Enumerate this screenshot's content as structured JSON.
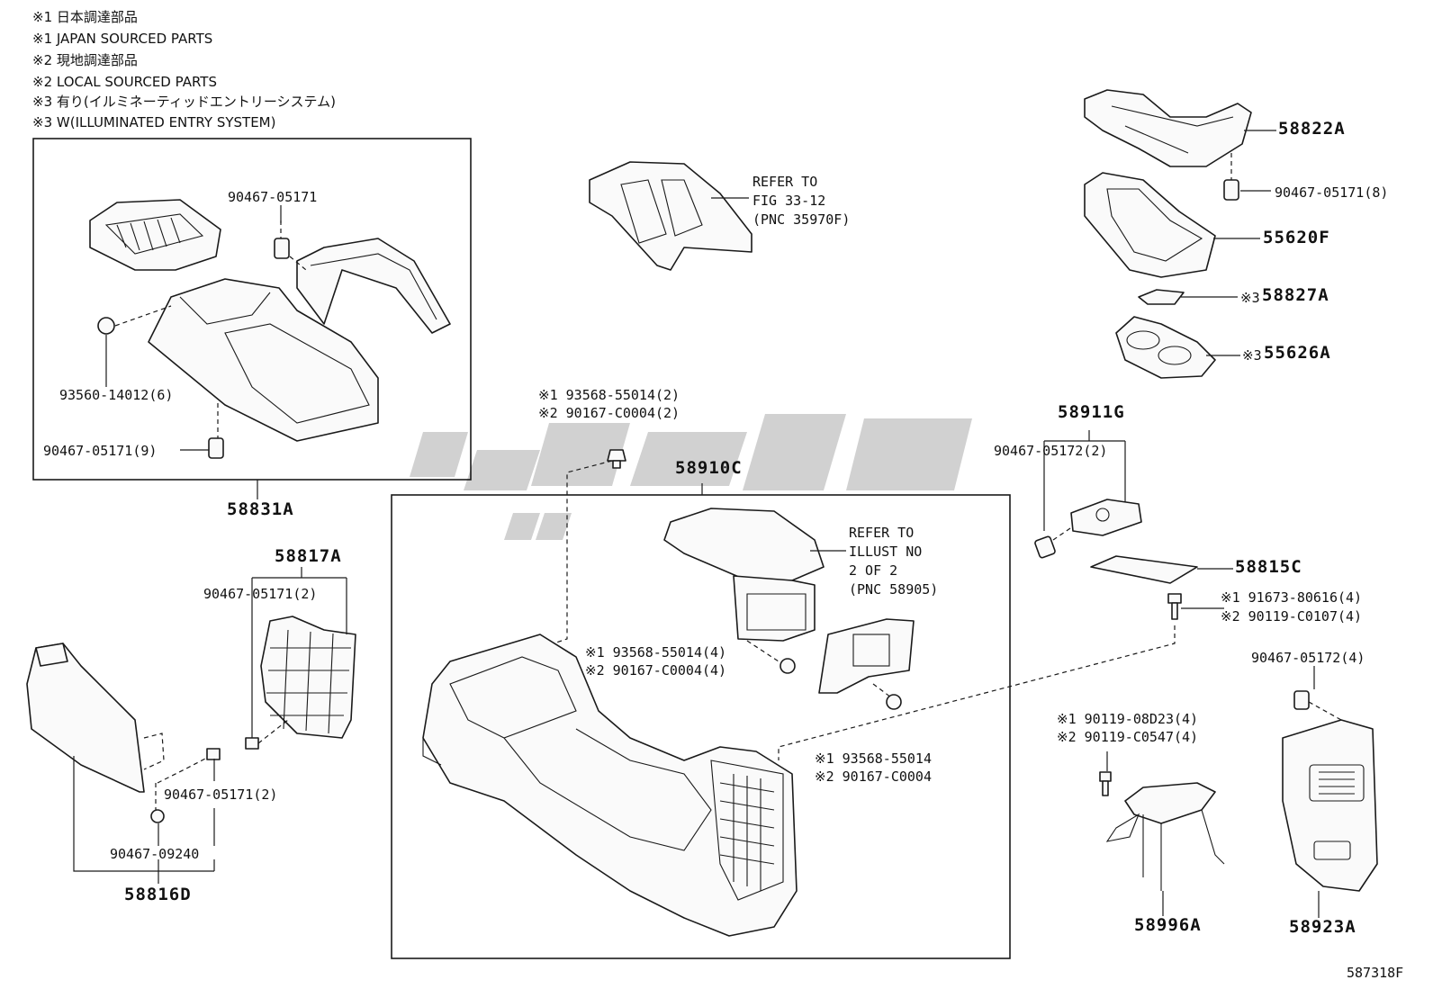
{
  "notes": [
    "※1 日本調達部品",
    "※1 JAPAN SOURCED PARTS",
    "※2 現地調達部品",
    "※2 LOCAL SOURCED PARTS",
    "※3 有り(イルミネーティッドエントリーシステム)",
    "※3 W(ILLUMINATED ENTRY SYSTEM)"
  ],
  "labels": {
    "p90467_05171_box": "90467-05171",
    "p93560_14012": "93560-14012(6)",
    "p90467_05171_9": "90467-05171(9)",
    "p58831A": "58831A",
    "refer_fig": "REFER TO\nFIG 33-12\n(PNC 35970F)",
    "p58822A": "58822A",
    "p90467_05171_8": "90467-05171(8)",
    "p55620F": "55620F",
    "p58827A_mark": "※3",
    "p58827A": "58827A",
    "p55626A_mark": "※3",
    "p55626A": "55626A",
    "p58911G": "58911G",
    "p90467_05172_2": "90467-05172(2)",
    "p58815C": "58815C",
    "p91673": "※1 91673-80616(4)",
    "p90119_c0107": "※2 90119-C0107(4)",
    "p90467_05172_4": "90467-05172(4)",
    "p90119_08d23": "※1 90119-08D23(4)",
    "p90119_c0547": "※2 90119-C0547(4)",
    "p58996A": "58996A",
    "p58923A": "58923A",
    "p93568_top": "※1 93568-55014(2)",
    "p90167_top": "※2 90167-C0004(2)",
    "p58910C": "58910C",
    "refer_illust": "REFER TO\nILLUST NO\n2 OF 2\n(PNC 58905)",
    "p93568_mid": "※1 93568-55014(4)",
    "p90167_mid": "※2 90167-C0004(4)",
    "p93568_low": "※1 93568-55014",
    "p90167_low": "※2 90167-C0004",
    "p58817A": "58817A",
    "p90467_05171_2a": "90467-05171(2)",
    "p90467_05171_2b": "90467-05171(2)",
    "p90467_09240": "90467-09240",
    "p58816D": "58816D",
    "figure_id": "587318F"
  }
}
